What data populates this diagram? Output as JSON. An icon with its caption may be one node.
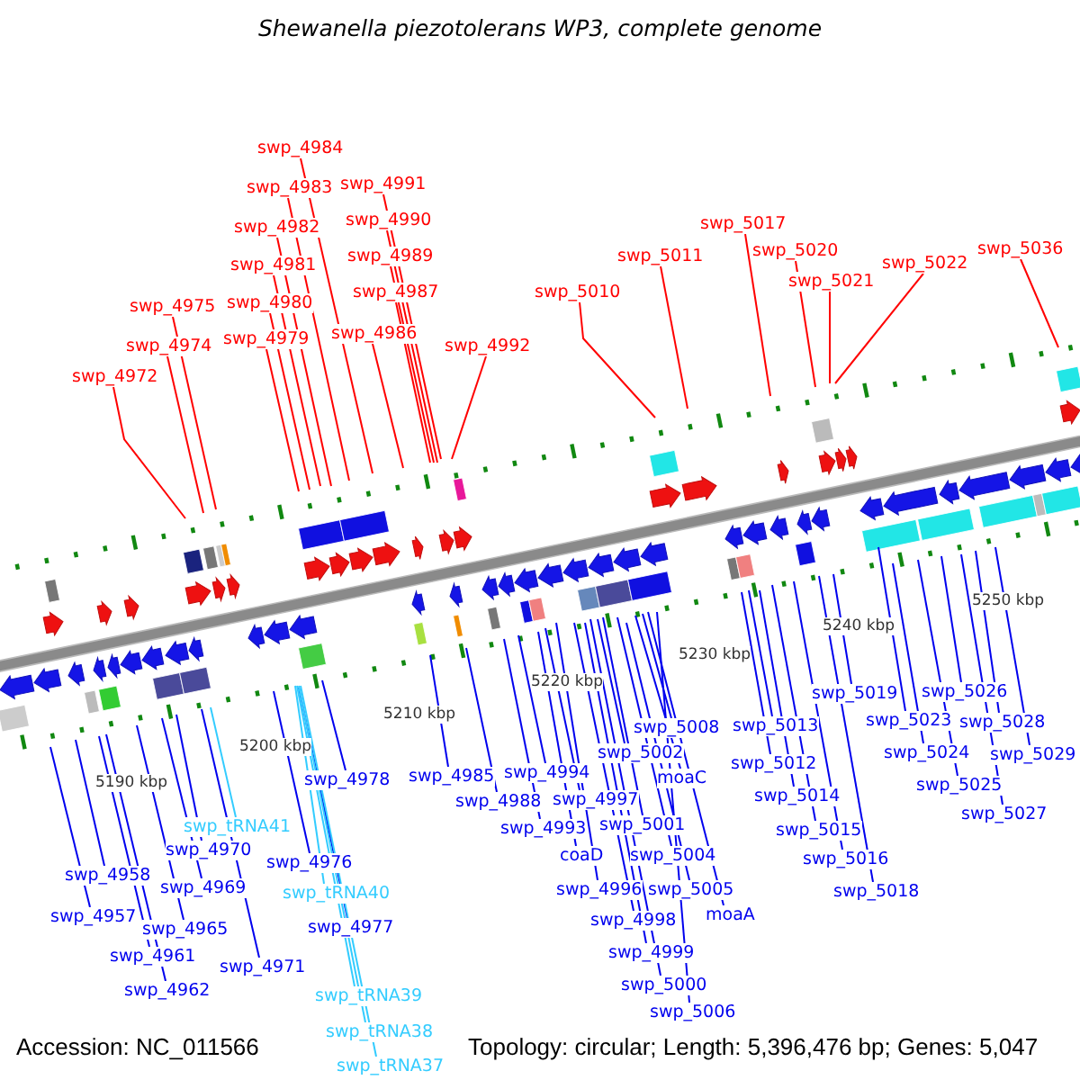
{
  "diagram": {
    "title": "Shewanella piezotolerans WP3, complete genome",
    "nodes": [
      {
        "text": [
          "swp_4984"
        ]
      },
      {
        "text": [
          "swp_4991"
        ]
      },
      {
        "text": [
          "swp_4983"
        ]
      },
      {
        "text": [
          "swp_4990"
        ]
      },
      {
        "text": [
          "swp_5017"
        ]
      },
      {
        "text": [
          "swp_4982"
        ]
      },
      {
        "text": [
          "swp_5036"
        ]
      },
      {
        "text": [
          "swp_5020"
        ]
      },
      {
        "text": [
          "swp_4989"
        ]
      },
      {
        "text": [
          "swp_5011"
        ]
      },
      {
        "text": [
          "swp_5022"
        ]
      },
      {
        "text": [
          "swp_4981"
        ]
      },
      {
        "text": [
          "swp_5021"
        ]
      },
      {
        "text": [
          "swp_4987"
        ]
      },
      {
        "text": [
          "swp_5010"
        ]
      },
      {
        "text": [
          "swp_4980"
        ]
      },
      {
        "text": [
          "swp_4975"
        ]
      },
      {
        "text": [
          "swp_4986"
        ]
      },
      {
        "text": [
          "swp_4979"
        ]
      },
      {
        "text": [
          "swp_4974"
        ]
      },
      {
        "text": [
          "swp_4992"
        ]
      },
      {
        "text": [
          "swp_4972"
        ]
      },
      {
        "text": [
          "swp_5026"
        ]
      },
      {
        "text": [
          "swp_5019"
        ]
      },
      {
        "text": [
          "swp_5023"
        ]
      },
      {
        "text": [
          "swp_5028"
        ]
      },
      {
        "text": [
          "swp_5013"
        ]
      },
      {
        "text": [
          "swp_5008"
        ]
      },
      {
        "text": [
          "swp_5002"
        ]
      },
      {
        "text": [
          "swp_5024"
        ]
      },
      {
        "text": [
          "swp_5029"
        ]
      },
      {
        "text": [
          "swp_5012"
        ]
      },
      {
        "text": [
          "swp_4994"
        ]
      },
      {
        "text": [
          "swp_4985"
        ]
      },
      {
        "text": [
          "moaC"
        ]
      },
      {
        "text": [
          "swp_4978"
        ]
      },
      {
        "text": [
          "swp_5025"
        ]
      },
      {
        "text": [
          "swp_5014"
        ]
      },
      {
        "text": [
          "swp_4997"
        ]
      },
      {
        "text": [
          "swp_4988"
        ]
      },
      {
        "text": [
          "swp_5027"
        ]
      },
      {
        "text": [
          "swp_5001"
        ]
      },
      {
        "text": [
          "swp_tRNA41"
        ]
      },
      {
        "text": [
          "swp_4993"
        ]
      },
      {
        "text": [
          "swp_5015"
        ]
      },
      {
        "text": [
          "swp_4970"
        ]
      },
      {
        "text": [
          "coaD"
        ]
      },
      {
        "text": [
          "swp_5004"
        ]
      },
      {
        "text": [
          "swp_5016"
        ]
      },
      {
        "text": [
          "swp_4976"
        ]
      },
      {
        "text": [
          "swp_4958"
        ]
      },
      {
        "text": [
          "swp_4969"
        ]
      },
      {
        "text": [
          "swp_4996"
        ]
      },
      {
        "text": [
          "swp_5005"
        ]
      },
      {
        "text": [
          "swp_5018"
        ]
      },
      {
        "text": [
          "swp_tRNA40"
        ]
      },
      {
        "text": [
          "moaA"
        ]
      },
      {
        "text": [
          "swp_4957"
        ]
      },
      {
        "text": [
          "swp_4998"
        ]
      },
      {
        "text": [
          "swp_4977"
        ]
      },
      {
        "text": [
          "swp_4965"
        ]
      },
      {
        "text": [
          "swp_4999"
        ]
      },
      {
        "text": [
          "swp_4961"
        ]
      },
      {
        "text": [
          "swp_4971"
        ]
      },
      {
        "text": [
          "swp_5000"
        ]
      },
      {
        "text": [
          "swp_4962"
        ]
      },
      {
        "text": [
          "swp_tRNA39"
        ]
      },
      {
        "text": [
          "swp_5006"
        ]
      },
      {
        "text": [
          "swp_tRNA38"
        ]
      },
      {
        "text": [
          "swp_tRNA37"
        ]
      }
    ],
    "edges": [
      {
        "from": 0,
        "to": null,
        "arrow": "none",
        "color": "#ff0000"
      },
      {
        "from": 1,
        "to": null,
        "arrow": "none",
        "color": "#ff0000"
      },
      {
        "from": 2,
        "to": null,
        "arrow": "none",
        "color": "#ff0000"
      },
      {
        "from": 3,
        "to": null,
        "arrow": "none",
        "color": "#ff0000"
      },
      {
        "from": 4,
        "to": null,
        "arrow": "none",
        "color": "#ff0000"
      },
      {
        "from": 5,
        "to": null,
        "arrow": "none",
        "color": "#ff0000"
      },
      {
        "from": 6,
        "to": null,
        "arrow": "none",
        "color": "#ff0000"
      },
      {
        "from": 7,
        "to": null,
        "arrow": "none",
        "color": "#ff0000"
      },
      {
        "from": 8,
        "to": null,
        "arrow": "none",
        "color": "#ff0000"
      },
      {
        "from": 9,
        "to": null,
        "arrow": "none",
        "color": "#ff0000"
      },
      {
        "from": 10,
        "to": null,
        "arrow": "none",
        "color": "#ff0000"
      },
      {
        "from": 11,
        "to": null,
        "arrow": "none",
        "color": "#ff0000"
      },
      {
        "from": 12,
        "to": null,
        "arrow": "none",
        "color": "#ff0000"
      },
      {
        "from": 13,
        "to": null,
        "arrow": "none",
        "color": "#ff0000"
      },
      {
        "from": 14,
        "to": null,
        "arrow": "none",
        "color": "#ff0000"
      },
      {
        "from": 15,
        "to": null,
        "arrow": "none",
        "color": "#ff0000"
      },
      {
        "from": 16,
        "to": null,
        "arrow": "none",
        "color": "#ff0000"
      },
      {
        "from": 17,
        "to": null,
        "arrow": "none",
        "color": "#ff0000"
      },
      {
        "from": 18,
        "to": null,
        "arrow": "none",
        "color": "#ff0000"
      },
      {
        "from": 19,
        "to": null,
        "arrow": "none",
        "color": "#ff0000"
      },
      {
        "from": 20,
        "to": null,
        "arrow": "none",
        "color": "#ff0000"
      },
      {
        "from": 21,
        "to": null,
        "arrow": "none",
        "color": "#ff0000"
      },
      {
        "from": 22,
        "to": null,
        "arrow": "none"
      },
      {
        "from": 23,
        "to": null,
        "arrow": "none"
      },
      {
        "from": 24,
        "to": null,
        "arrow": "none"
      },
      {
        "from": 25,
        "to": null,
        "arrow": "none"
      },
      {
        "from": 26,
        "to": null,
        "arrow": "none"
      },
      {
        "from": 27,
        "to": null,
        "arrow": "none"
      },
      {
        "from": 28,
        "to": null,
        "arrow": "none"
      },
      {
        "from": 29,
        "to": null,
        "arrow": "none"
      },
      {
        "from": 30,
        "to": null,
        "arrow": "none"
      },
      {
        "from": 31,
        "to": null,
        "arrow": "none"
      },
      {
        "from": 32,
        "to": null,
        "arrow": "none"
      },
      {
        "from": 33,
        "to": null,
        "arrow": "none"
      },
      {
        "from": 34,
        "to": null,
        "arrow": "none"
      },
      {
        "from": 35,
        "to": null,
        "arrow": "none"
      },
      {
        "from": 36,
        "to": null,
        "arrow": "none"
      },
      {
        "from": 37,
        "to": null,
        "arrow": "none"
      },
      {
        "from": 38,
        "to": null,
        "arrow": "none"
      },
      {
        "from": 39,
        "to": null,
        "arrow": "none"
      },
      {
        "from": 40,
        "to": null,
        "arrow": "none"
      },
      {
        "from": 41,
        "to": null,
        "arrow": "none"
      },
      {
        "from": 42,
        "to": null,
        "arrow": "none",
        "color": "#33ccff"
      },
      {
        "from": 43,
        "to": null,
        "arrow": "none"
      },
      {
        "from": 44,
        "to": null,
        "arrow": "none"
      },
      {
        "from": 45,
        "to": null,
        "arrow": "none"
      },
      {
        "from": 46,
        "to": null,
        "arrow": "none"
      },
      {
        "from": 47,
        "to": null,
        "arrow": "none"
      },
      {
        "from": 48,
        "to": null,
        "arrow": "none"
      },
      {
        "from": 49,
        "to": null,
        "arrow": "none"
      },
      {
        "from": 50,
        "to": null,
        "arrow": "none"
      },
      {
        "from": 51,
        "to": null,
        "arrow": "none"
      },
      {
        "from": 52,
        "to": null,
        "arrow": "none"
      },
      {
        "from": 53,
        "to": null,
        "arrow": "none"
      },
      {
        "from": 54,
        "to": null,
        "arrow": "none"
      },
      {
        "from": 55,
        "to": null,
        "arrow": "none",
        "color": "#33ccff"
      },
      {
        "from": 56,
        "to": null,
        "arrow": "none"
      },
      {
        "from": 57,
        "to": null,
        "arrow": "none"
      },
      {
        "from": 58,
        "to": null,
        "arrow": "none"
      },
      {
        "from": 59,
        "to": null,
        "arrow": "none"
      },
      {
        "from": 60,
        "to": null,
        "arrow": "none"
      },
      {
        "from": 61,
        "to": null,
        "arrow": "none"
      },
      {
        "from": 62,
        "to": null,
        "arrow": "none"
      },
      {
        "from": 63,
        "to": null,
        "arrow": "none"
      },
      {
        "from": 64,
        "to": null,
        "arrow": "none"
      },
      {
        "from": 65,
        "to": null,
        "arrow": "none"
      },
      {
        "from": 66,
        "to": null,
        "arrow": "none",
        "color": "#33ccff"
      },
      {
        "from": 67,
        "to": null,
        "arrow": "none"
      },
      {
        "from": 68,
        "to": null,
        "arrow": "none",
        "color": "#33ccff"
      },
      {
        "from": 69,
        "to": null,
        "arrow": "none",
        "color": "#33ccff"
      }
    ],
    "labels": [
      "5190 kbp",
      "5200 kbp",
      "5210 kbp",
      "5220 kbp",
      "5230 kbp",
      "5240 kbp",
      "5250 kbp",
      "Accession: NC_011566",
      "Topology: circular; Length: 5,396,476 bp; Genes: 5,047"
    ]
  }
}
